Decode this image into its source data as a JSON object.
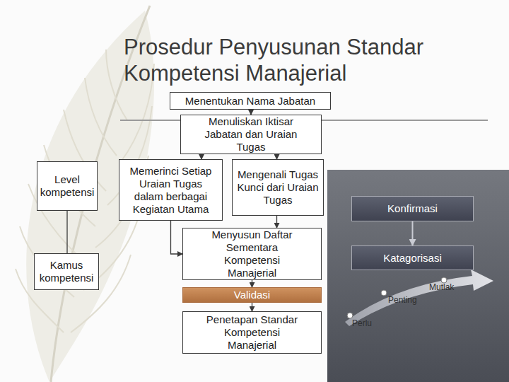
{
  "diagram": {
    "title": "Prosedur Penyusunan Standar Kompetensi Manajerial",
    "nodes": [
      {
        "text": [
          "Menentukan Nama Jabatan"
        ]
      },
      {
        "text": [
          "Menuliskan Iktisar Jabatan dan Uraian Tugas"
        ]
      },
      {
        "text": [
          "Level kompetensi"
        ]
      },
      {
        "text": [
          "Memerinci Setiap Uraian Tugas dalam berbagai Kegiatan Utama"
        ]
      },
      {
        "text": [
          "Mengenali Tugas Kunci dari Uraian Tugas"
        ]
      },
      {
        "text": [
          "Konfirmasi"
        ]
      },
      {
        "text": [
          "Kamus kompetensi"
        ]
      },
      {
        "text": [
          "Menyusun Daftar Sementara Kompetensi Manajerial"
        ]
      },
      {
        "text": [
          "Katagorisasi"
        ]
      },
      {
        "text": [
          "Validasi"
        ]
      },
      {
        "text": [
          "Penetapan Standar Kompetensi Manajerial"
        ]
      }
    ],
    "edges": [
      {
        "from": 0,
        "to": 1,
        "arrow": "to"
      },
      {
        "from": 1,
        "to": 3,
        "arrow": "to"
      },
      {
        "from": 1,
        "to": 4,
        "arrow": "to"
      },
      {
        "from": 2,
        "to": 6,
        "arrow": "none"
      },
      {
        "from": 3,
        "to": 7,
        "arrow": "to"
      },
      {
        "from": 4,
        "to": 7,
        "arrow": "to"
      },
      {
        "from": 5,
        "to": 8,
        "arrow": "to"
      },
      {
        "from": 7,
        "to": 9,
        "arrow": "to"
      },
      {
        "from": 9,
        "to": 10,
        "arrow": "to"
      }
    ],
    "labels": [
      "Mutlak",
      "Penting",
      "Perlu"
    ]
  }
}
